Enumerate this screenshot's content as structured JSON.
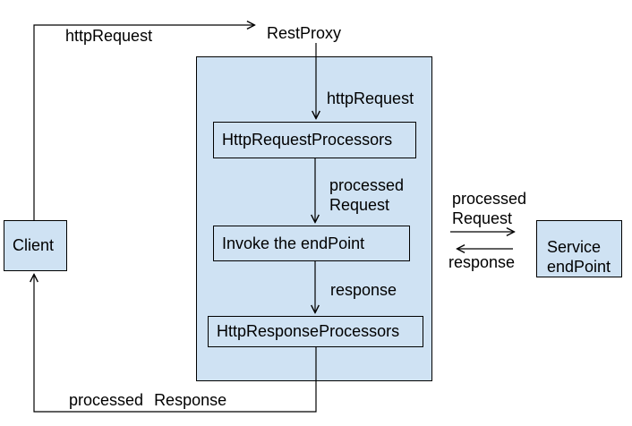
{
  "diagram": {
    "nodes": {
      "client": "Client",
      "rest_proxy": "RestProxy",
      "http_request_processors": "HttpRequestProcessors",
      "invoke_endpoint": "Invoke the endPoint",
      "http_response_processors": "HttpResponseProcessors",
      "service_endpoint_line1": "Service",
      "service_endpoint_line2": "endPoint"
    },
    "labels": {
      "client_to_restproxy": "httpRequest",
      "restproxy_to_request_processors": "httpRequest",
      "request_processors_to_invoke_line1": "processed",
      "request_processors_to_invoke_line2": "Request",
      "invoke_to_response_processors": "response",
      "invoke_to_service_line1": "processed",
      "invoke_to_service_line2": "Request",
      "service_to_invoke": "response",
      "response_to_client_word1": "processed",
      "response_to_client_word2": "Response"
    },
    "colors": {
      "node_fill": "#cfe2f3",
      "border": "#000000",
      "text": "#000000",
      "background": "#ffffff"
    }
  }
}
